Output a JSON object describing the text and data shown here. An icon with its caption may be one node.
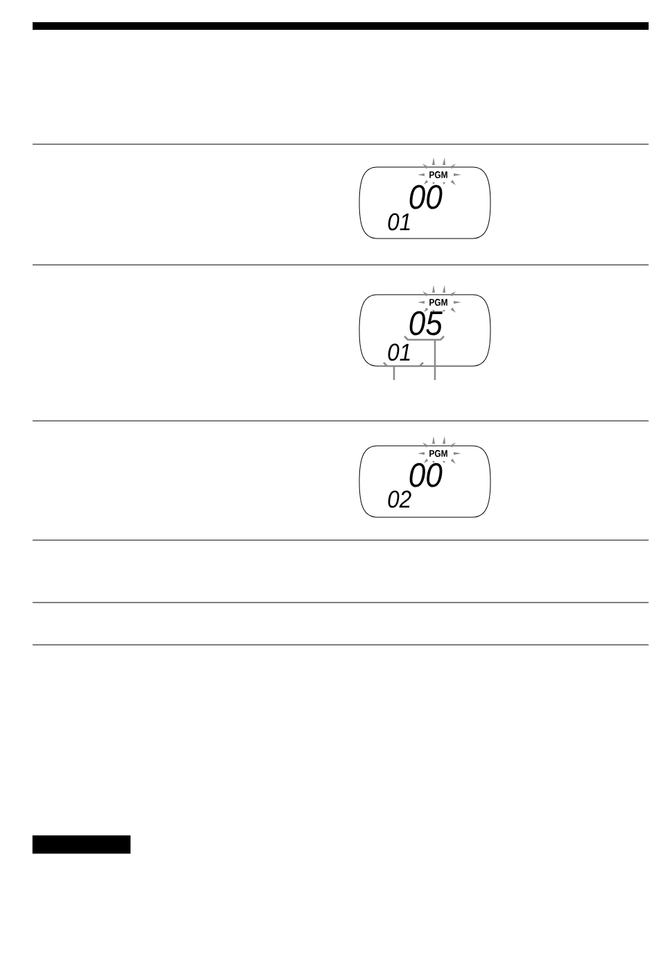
{
  "diagram": {
    "nodes": [
      {
        "text": [
          "PGM"
        ]
      },
      {
        "text": [
          "00"
        ],
        "in": 0
      },
      {
        "text": [
          "01"
        ],
        "in": 0
      },
      {
        "text": [
          "PGM"
        ]
      },
      {
        "text": [
          "05"
        ],
        "in": 3
      },
      {
        "text": [
          "01"
        ],
        "in": 3
      },
      {
        "text": [
          "PGM"
        ]
      },
      {
        "text": [
          "00"
        ],
        "in": 6
      },
      {
        "text": [
          "02"
        ],
        "in": 6
      },
      {
        "text": [],
        "shape": "box"
      }
    ],
    "edges": [
      {
        "from": null,
        "to": 5,
        "arrow": "none"
      },
      {
        "from": null,
        "to": 4,
        "arrow": "none"
      }
    ]
  }
}
